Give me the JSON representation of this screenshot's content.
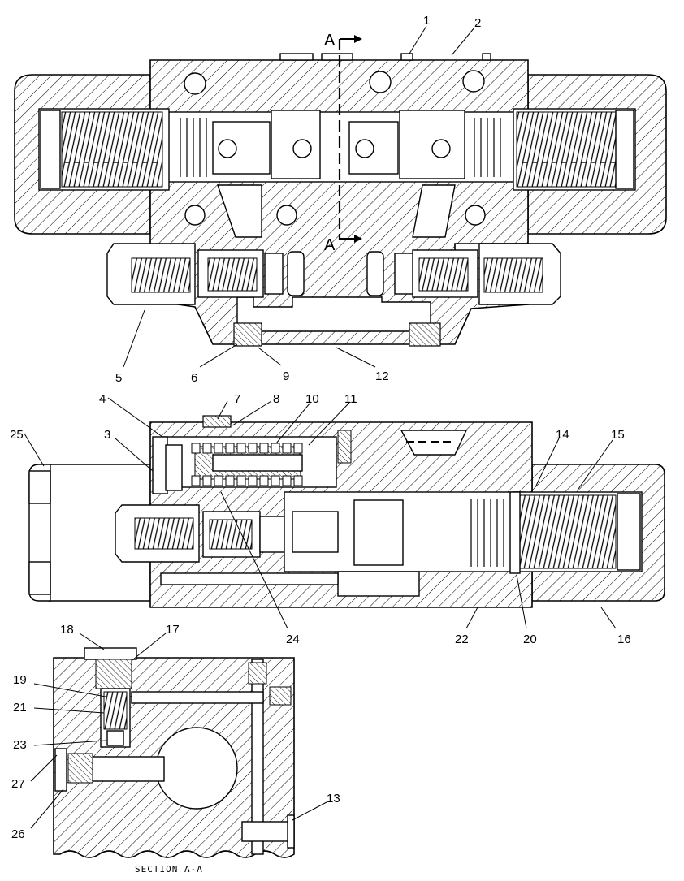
{
  "section_marker": {
    "letter": "A"
  },
  "caption": "SECTION A-A",
  "callouts": {
    "c1": "1",
    "c2": "2",
    "c3": "3",
    "c4": "4",
    "c5": "5",
    "c6": "6",
    "c7": "7",
    "c8": "8",
    "c9": "9",
    "c10": "10",
    "c11": "11",
    "c12": "12",
    "c13": "13",
    "c14": "14",
    "c15": "15",
    "c16": "16",
    "c17": "17",
    "c18": "18",
    "c19": "19",
    "c20": "20",
    "c21": "21",
    "c22": "22",
    "c23": "23",
    "c24": "24",
    "c25": "25",
    "c26": "26",
    "c27": "27"
  }
}
